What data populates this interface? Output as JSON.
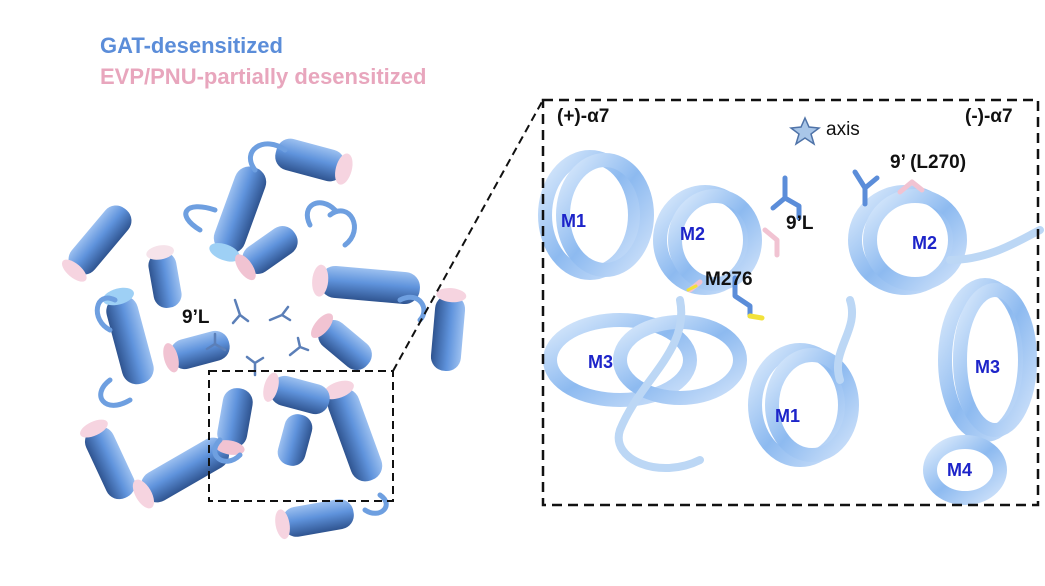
{
  "legend": [
    {
      "label": "GAT-desensitized",
      "color": "#5b8dd9"
    },
    {
      "label": "EVP/PNU-partially desensitized",
      "color": "#e8a6bd"
    }
  ],
  "overview": {
    "residue_label": "9’L"
  },
  "zoom_panel": {
    "left_subunit": "(+)-α7",
    "right_subunit": "(-)-α7",
    "axis_label": "axis",
    "axis_icon": "star-icon",
    "residues": {
      "left_9L": "9’L",
      "right_9L": "9’ (L270)",
      "met": "M276"
    },
    "helices": {
      "left_m1": "M1",
      "left_m2": "M2",
      "left_m3": "M3",
      "center_m1": "M1",
      "right_m2": "M2",
      "right_m3": "M3",
      "right_m4": "M4"
    }
  },
  "colors": {
    "gat": "#5b8dd9",
    "evp": "#f1c3d2",
    "helix_label": "#1d24c9"
  }
}
